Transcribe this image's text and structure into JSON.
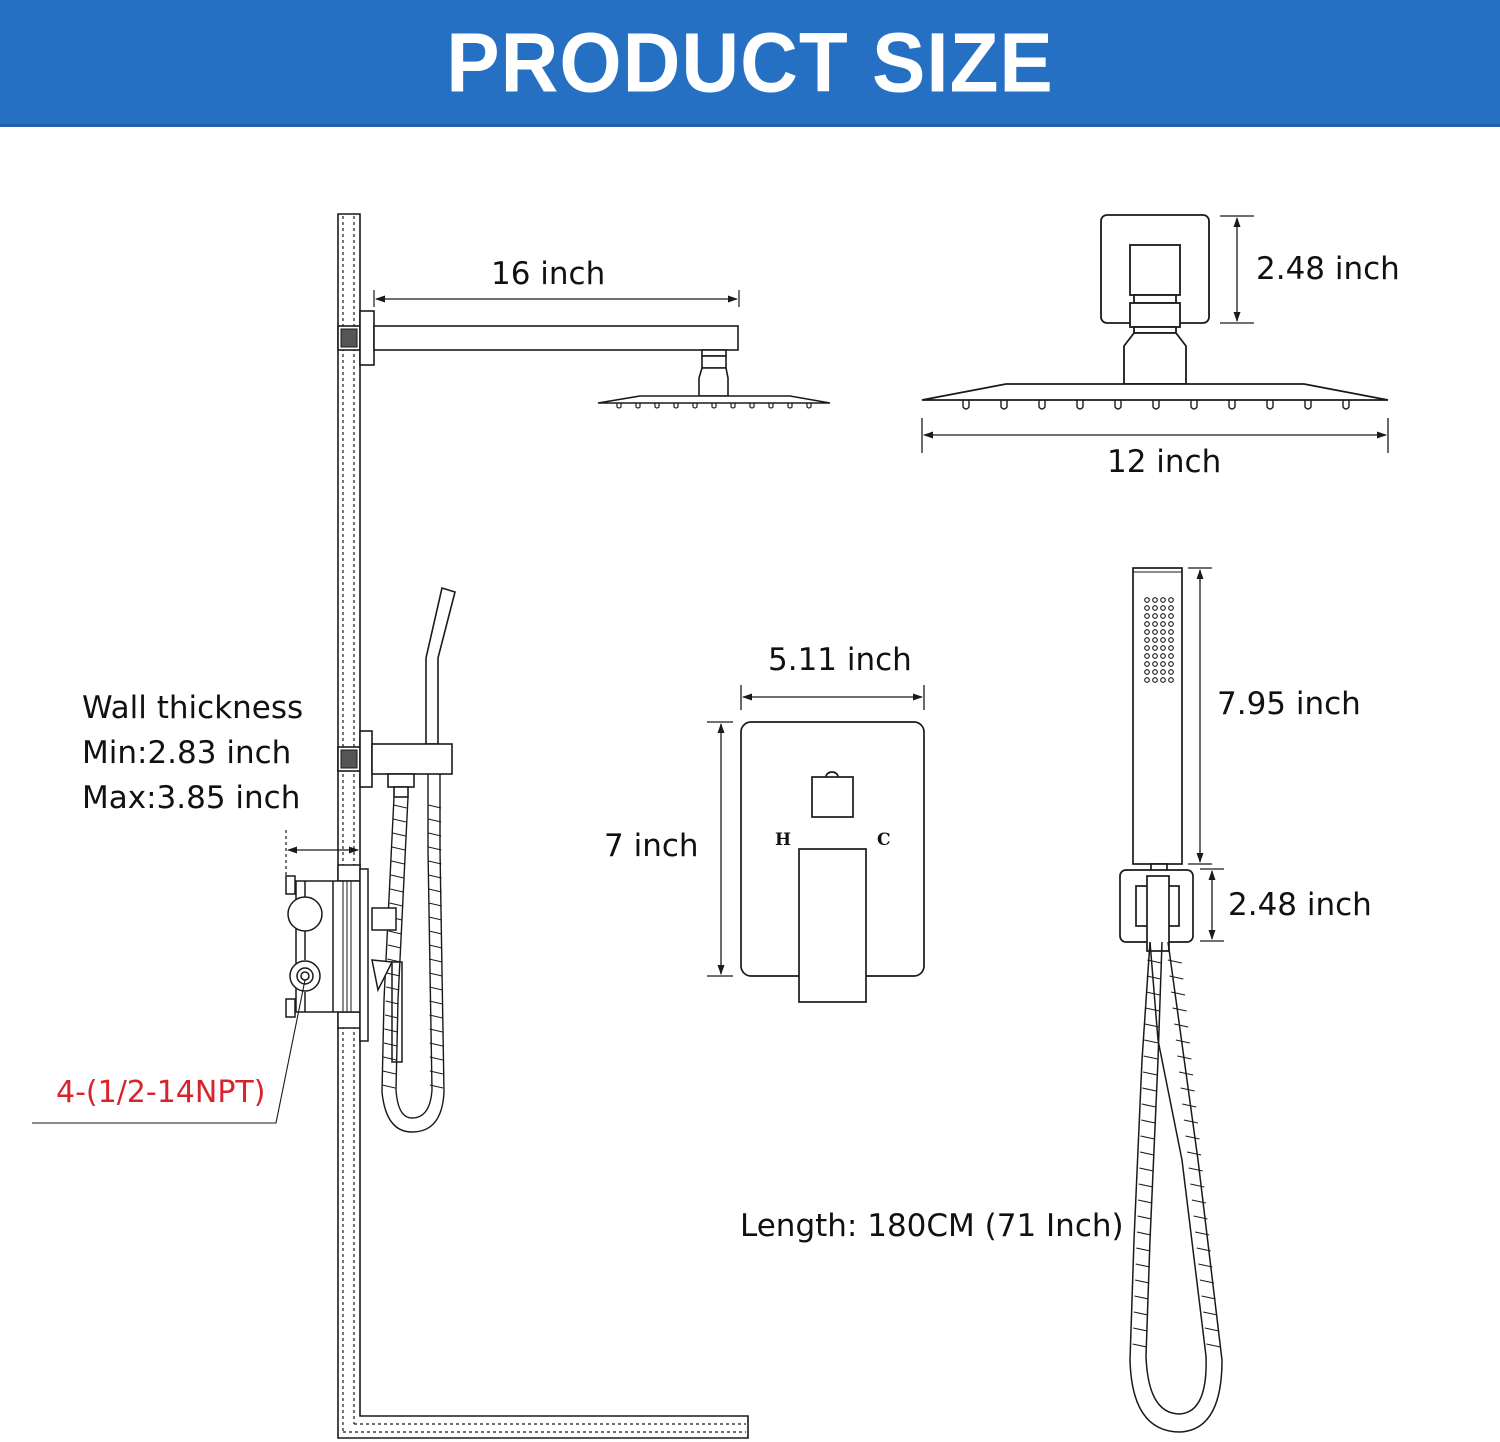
{
  "header": {
    "title": "PRODUCT SIZE",
    "background_color": "#2670c4",
    "bottom_stripe_color": "#1f5fae",
    "text_color": "#ffffff"
  },
  "colors": {
    "line": "#1a1a1a",
    "note_red": "#d9232b",
    "text": "#111111"
  },
  "diagram": {
    "shower_arm": {
      "label": "16 inch"
    },
    "rain_head_top": {
      "flange_height_label": "2.48 inch",
      "width_label": "12 inch",
      "nozzle_count": 11
    },
    "wall_thickness": {
      "title": "Wall thickness",
      "min": "Min:2.83 inch",
      "max": "Max:3.85 inch"
    },
    "valve_ports": {
      "label": "4-(1/2-14NPT)"
    },
    "trim_plate": {
      "width_label": "5.11 inch",
      "height_label": "7 inch",
      "hot_marker": "H",
      "cold_marker": "C"
    },
    "hand_shower": {
      "wand_length_label": "7.95 inch",
      "holder_height_label": "2.48 inch",
      "spray_grid": {
        "columns": 4,
        "rows": 11
      }
    },
    "hose": {
      "label": "Length: 180CM (71 Inch)"
    }
  }
}
